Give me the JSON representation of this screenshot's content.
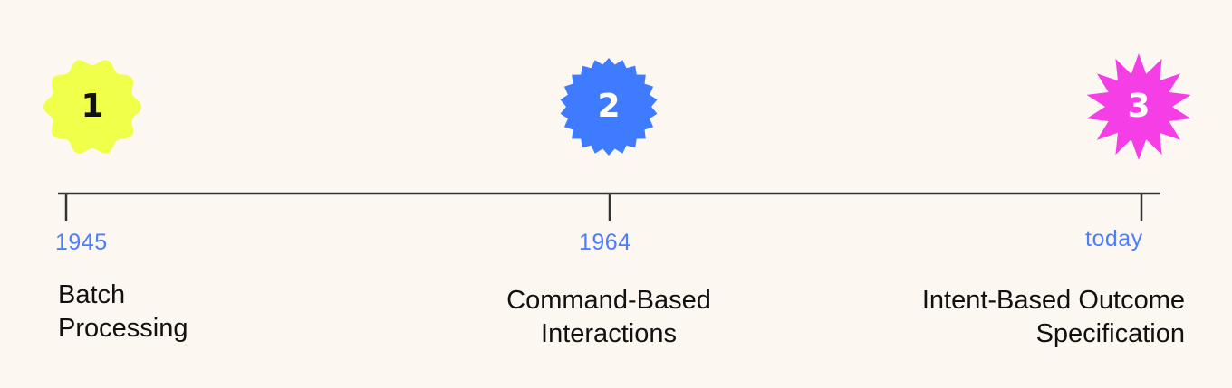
{
  "colors": {
    "background": "#fdf7f1",
    "line": "#333333",
    "year_text": "#4a7dff",
    "event_text": "#111111"
  },
  "milestones": [
    {
      "number": "1",
      "badge_color": "#f0ff4a",
      "number_color": "#111111",
      "badge_shape": "scalloped-badge",
      "year": "1945",
      "label_lines": [
        "Batch",
        "Processing"
      ]
    },
    {
      "number": "2",
      "badge_color": "#3e7bff",
      "number_color": "#ffffff",
      "badge_shape": "serrated-badge",
      "year": "1964",
      "label_lines": [
        "Command-Based",
        "Interactions"
      ]
    },
    {
      "number": "3",
      "badge_color": "#f53ee6",
      "number_color": "#ffffff",
      "badge_shape": "star-burst",
      "year": "today",
      "label_lines": [
        "Intent-Based Outcome",
        "Specification"
      ]
    }
  ]
}
